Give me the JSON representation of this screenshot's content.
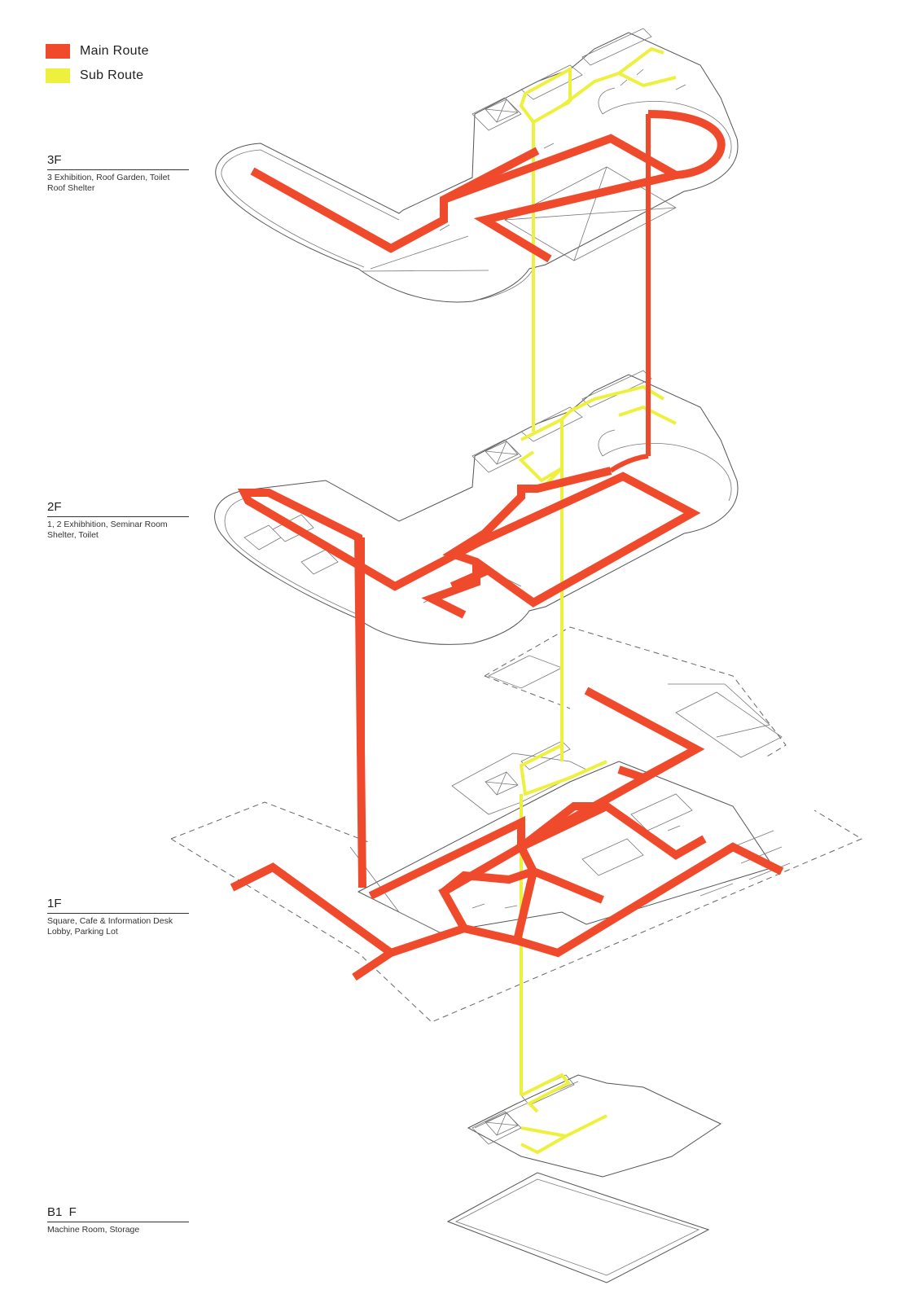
{
  "legend": {
    "main_label": "Main Route",
    "main_color": "#f04a2d",
    "sub_label": "Sub  Route",
    "sub_color": "#eef03e"
  },
  "floors": [
    {
      "name": "3F",
      "desc_line1": "3 Exhibition, Roof Garden, Toilet",
      "desc_line2": "Roof Shelter"
    },
    {
      "name": "2F",
      "desc_line1": "1, 2 Exhibhition, Seminar Room",
      "desc_line2": "Shelter, Toilet"
    },
    {
      "name": "1F",
      "desc_line1": "Square, Cafe & Information Desk",
      "desc_line2": "Lobby, Parking Lot"
    },
    {
      "name": "B1  F",
      "desc_line1": "Machine Room, Storage",
      "desc_line2": ""
    }
  ]
}
